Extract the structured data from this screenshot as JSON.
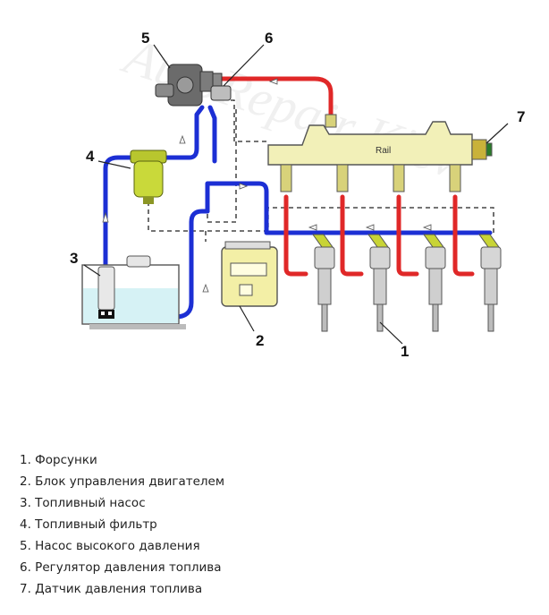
{
  "diagram": {
    "callouts": {
      "injectors": "1",
      "ecu": "2",
      "fuel_pump": "3",
      "fuel_filter": "4",
      "hp_pump": "5",
      "pressure_regulator": "6",
      "pressure_sensor": "7"
    },
    "rail_label": "Rail",
    "watermark": "AutoRepair Kiev",
    "colors": {
      "high_pressure": "#e02828",
      "low_pressure": "#1c2fd4",
      "return_line": "#222222",
      "rail_body": "#f2f0b8",
      "injector_body": "#d6d6d6",
      "injector_tip": "#c8d436",
      "filter": "#c9d93a",
      "tank_fuel": "#d6f2f5",
      "ecu_body": "#f3efa6",
      "pump": "#6b6b6b"
    }
  },
  "legend": [
    "1. Форсунки",
    "2. Блок управления двигателем",
    "3. Топливный насос",
    "4. Топливный фильтр",
    "5. Насос высокого давления",
    "6. Регулятор давления топлива",
    "7. Датчик давления топлива"
  ]
}
